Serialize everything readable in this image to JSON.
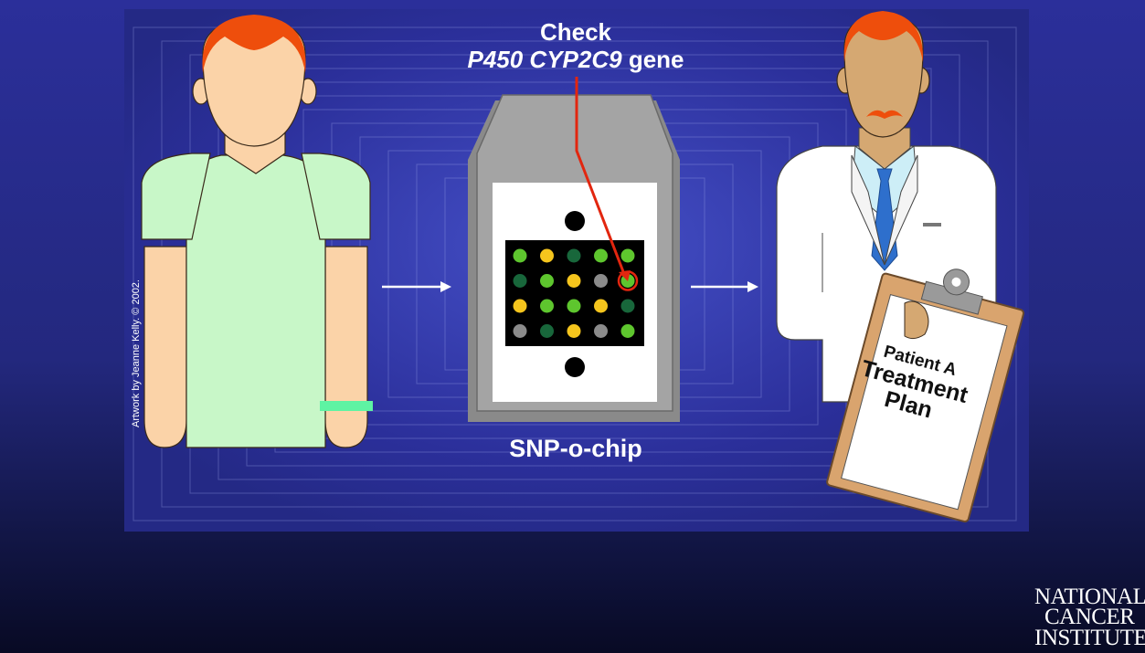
{
  "title": {
    "line1": "Check",
    "gene": "P450 CYP2C9",
    "suffix": " gene"
  },
  "chip": {
    "label": "SNP-o-chip",
    "grid": [
      [
        "lime",
        "yellow",
        "dkgreen",
        "lime",
        "lime"
      ],
      [
        "dkgreen",
        "lime",
        "yellow",
        "gray",
        "lime"
      ],
      [
        "yellow",
        "lime",
        "lime",
        "yellow",
        "dkgreen"
      ],
      [
        "gray",
        "dkgreen",
        "yellow",
        "gray",
        "lime"
      ]
    ],
    "highlight": {
      "row": 1,
      "col": 4
    }
  },
  "clipboard": {
    "line1": "Patient A",
    "line2": "Treatment",
    "line3": "Plan"
  },
  "credit": "Artwork by Jeanne Kelly. © 2002.",
  "logo": {
    "line1": "NATIONAL",
    "line2": "CANCER",
    "line3": "INSTITUTE"
  },
  "colors": {
    "background": "#2b2f9a",
    "skin": "#fbd3a8",
    "doctor_skin": "#d5a872",
    "hair": "#ee4e0c",
    "shirt": "#c8f7c8",
    "wristband": "#5ef3a3",
    "chip_gray": "#a4a4a4",
    "lime": "#5ec62e",
    "yellow": "#f5c51d",
    "dkgreen": "#18673b",
    "gray": "#8b8b8b",
    "arrow_red": "#e2260f",
    "tie": "#2e6fcc",
    "clipboard": "#d9a46e"
  }
}
